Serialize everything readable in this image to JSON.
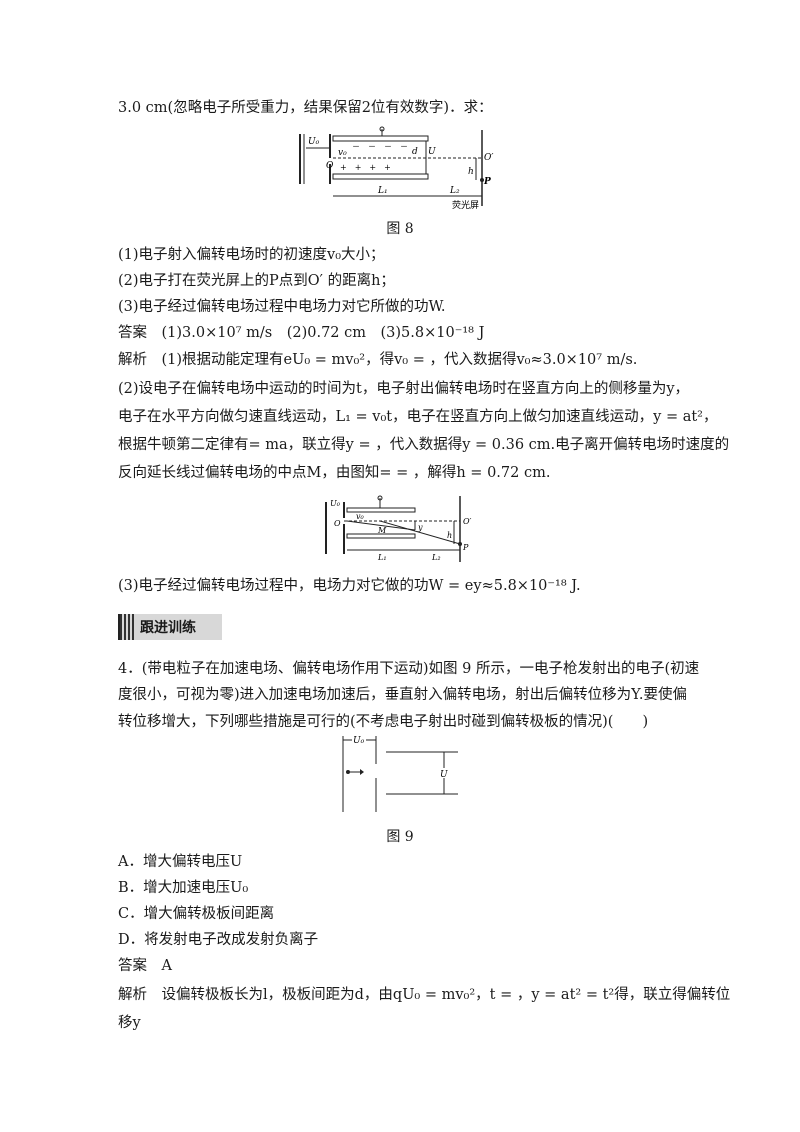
{
  "lines": {
    "l1": "3.0 cm(忽略电子所受重力，结果保留2位有效数字)．求：",
    "fig8_caption": "图 8",
    "q1": "(1)电子射入偏转电场时的初速度v₀大小；",
    "q2": "(2)电子打在荧光屏上的P点到O′ 的距离h；",
    "q3": "(3)电子经过偏转电场过程中电场力对它所做的功W.",
    "answer": "答案　(1)3.0×10⁷ m/s　(2)0.72 cm　(3)5.8×10⁻¹⁸ J",
    "analysis1": "解析　(1)根据动能定理有eU₀ = mv₀²，得v₀ = ，代入数据得v₀≈3.0×10⁷ m/s.",
    "analysis2a": "(2)设电子在偏转电场中运动的时间为t，电子射出偏转电场时在竖直方向上的侧移量为y，",
    "analysis2b": "电子在水平方向做匀速直线运动，L₁ = v₀t，电子在竖直方向上做匀加速直线运动，y = at²，",
    "analysis2c": "根据牛顿第二定律有= ma，联立得y = ，代入数据得y = 0.36 cm.电子离开偏转电场时速度的",
    "analysis2d": "反向延长线过偏转电场的中点M，由图知= = ，解得h = 0.72 cm.",
    "analysis3": "(3)电子经过偏转电场过程中，电场力对它做的功W = ey≈5.8×10⁻¹⁸ J.",
    "section_tag": "跟进训练",
    "q4a": "4．(带电粒子在加速电场、偏转电场作用下运动)如图 9 所示，一电子枪发射出的电子(初速",
    "q4b": "度很小，可视为零)进入加速电场加速后，垂直射入偏转电场，射出后偏转位移为Y.要使偏",
    "q4c": "转位移增大，下列哪些措施是可行的(不考虑电子射出时碰到偏转极板的情况)(　　)",
    "fig9_caption": "图 9",
    "optA": "A．增大偏转电压U",
    "optB": "B．增大加速电压U₀",
    "optC": "C．增大偏转极板间距离",
    "optD": "D．将发射电子改成发射负离子",
    "answer4": "答案　A",
    "analysis4a": "解析　设偏转极板长为l，极板间距为d，由qU₀ = mv₀²，t = ，y = at² = t²得，联立得偏转位",
    "analysis4b": "移y"
  },
  "fig8_labels": {
    "U0": "U₀",
    "v0": "v₀",
    "O": "O",
    "d": "d",
    "U": "U",
    "Oprime": "O′",
    "h": "h",
    "P": "P",
    "L1": "L₁",
    "L2": "L₂",
    "screen": "荧光屏",
    "minus": "－　－　－　－",
    "plus": "+　+　+　+"
  },
  "fig_ans_labels": {
    "U0": "U₀",
    "v0": "v₀",
    "M": "M",
    "y": "y",
    "O": "O",
    "Oprime": "O′",
    "h": "h",
    "P": "P",
    "L1": "L₁",
    "L2": "L₂"
  },
  "fig9_labels": {
    "U0": "U₀",
    "U": "U"
  }
}
